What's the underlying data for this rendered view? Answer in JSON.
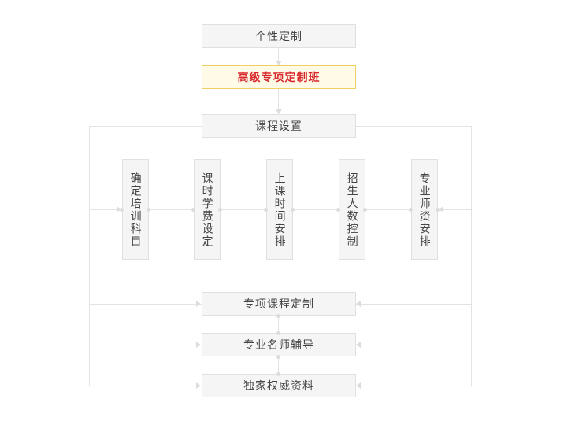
{
  "diagram": {
    "title_node": {
      "label": "个性定制"
    },
    "highlight_node": {
      "label": "高级专项定制班"
    },
    "section_node": {
      "label": "课程设置"
    },
    "colors": {
      "node_bg": "#f5f5f5",
      "node_border": "#e0e0e0",
      "node_text": "#444444",
      "highlight_bg": "#fffbe6",
      "highlight_border": "#f0cf62",
      "highlight_text": "#d8262c",
      "connector": "#e3e3e3",
      "dot": "#dcdcdc",
      "page_bg": "#ffffff"
    },
    "vertical_nodes": [
      {
        "label": "确定培训科目"
      },
      {
        "label": "课时学费设定"
      },
      {
        "label": "上课时间安排"
      },
      {
        "label": "招生人数控制"
      },
      {
        "label": "专业师资安排"
      }
    ],
    "bottom_nodes": [
      {
        "label": "专项课程定制"
      },
      {
        "label": "专业名师辅导"
      },
      {
        "label": "独家权威资料"
      }
    ]
  }
}
